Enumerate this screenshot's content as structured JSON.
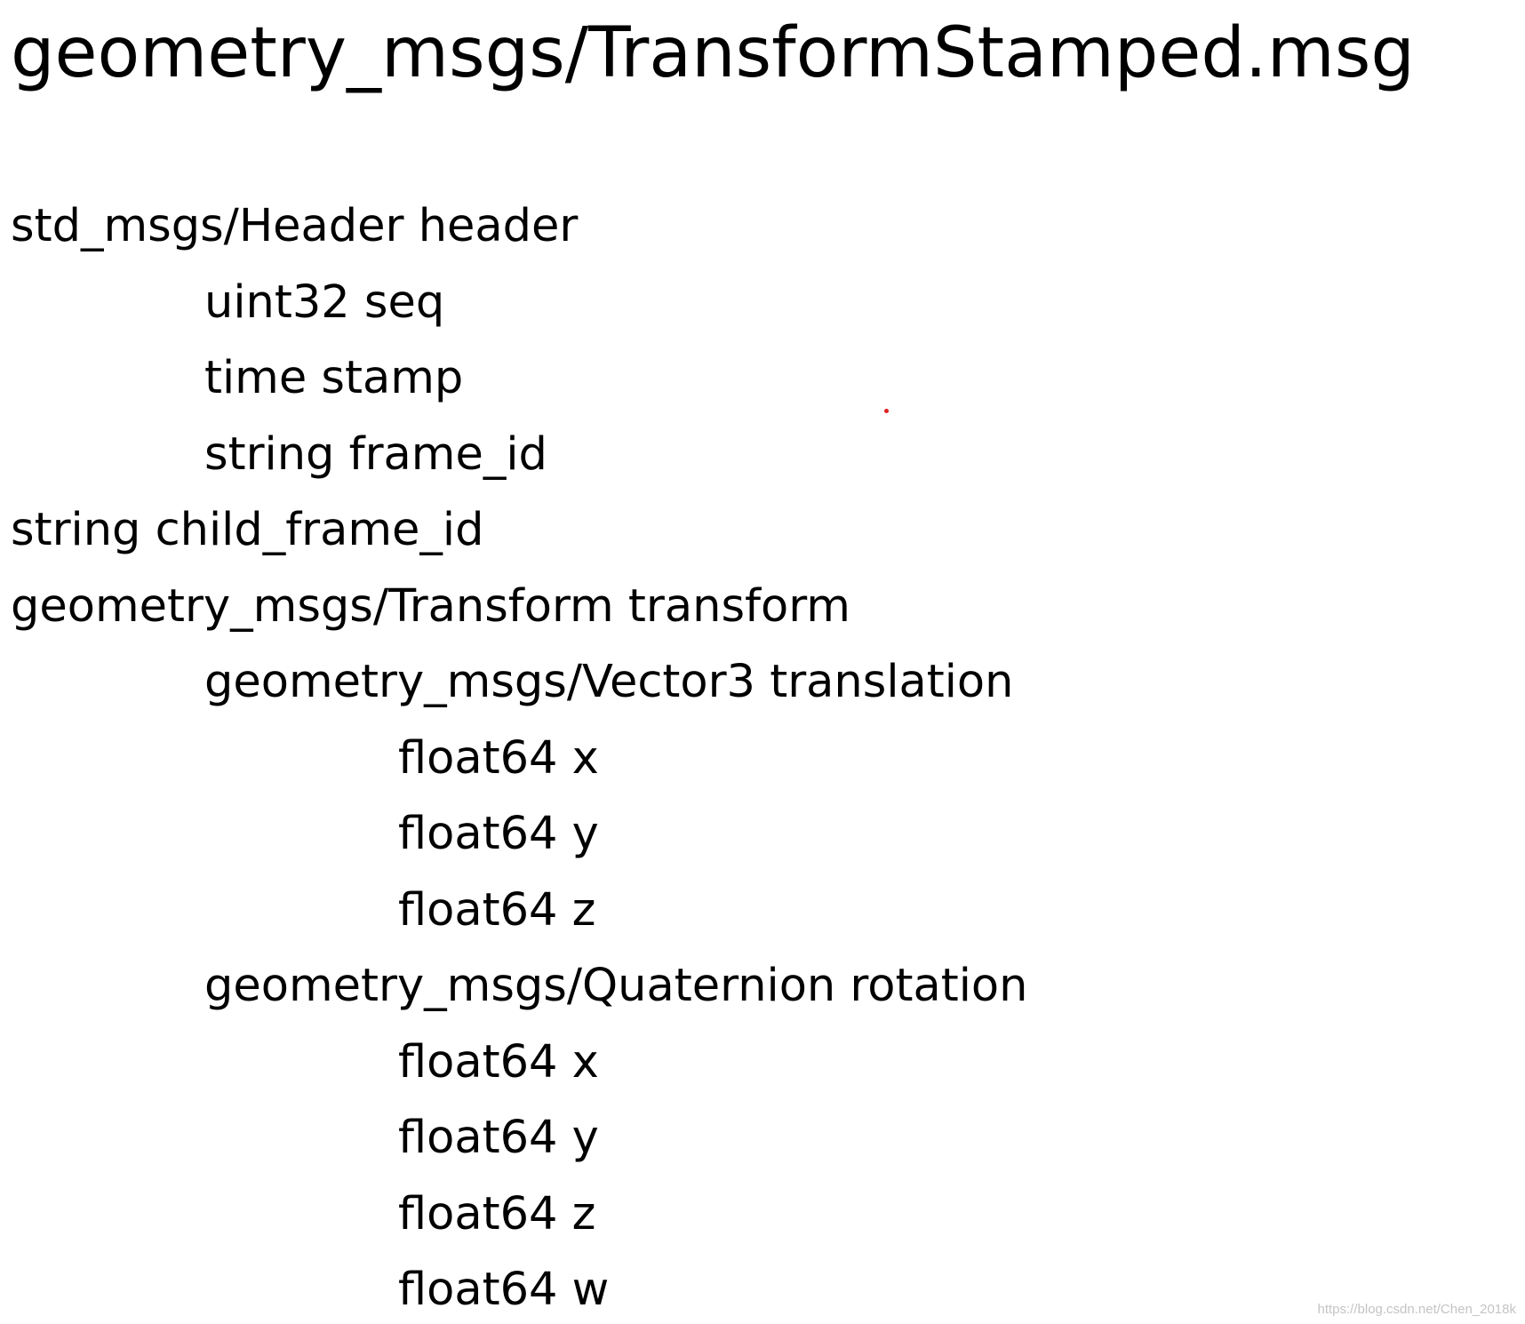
{
  "title": "geometry_msgs/TransformStamped.msg",
  "lines": [
    {
      "text": "std_msgs/Header header",
      "indent": 0
    },
    {
      "text": "uint32 seq",
      "indent": 1
    },
    {
      "text": "time stamp",
      "indent": 1
    },
    {
      "text": "string frame_id",
      "indent": 1
    },
    {
      "text": "string child_frame_id",
      "indent": 0
    },
    {
      "text": "geometry_msgs/Transform transform",
      "indent": 0
    },
    {
      "text": "geometry_msgs/Vector3 translation",
      "indent": 1
    },
    {
      "text": "float64 x",
      "indent": 2
    },
    {
      "text": "float64 y",
      "indent": 2
    },
    {
      "text": "float64 z",
      "indent": 2
    },
    {
      "text": "geometry_msgs/Quaternion rotation",
      "indent": 1
    },
    {
      "text": "float64 x",
      "indent": 2
    },
    {
      "text": "float64 y",
      "indent": 2
    },
    {
      "text": "float64 z",
      "indent": 2
    },
    {
      "text": "float64 w",
      "indent": 2
    }
  ],
  "watermark": "https://blog.csdn.net/Chen_2018k",
  "colors": {
    "text": "#000000",
    "background": "#ffffff",
    "dot": "#e02020"
  }
}
